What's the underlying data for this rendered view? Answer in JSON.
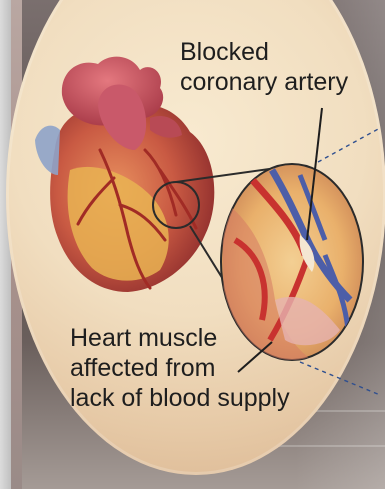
{
  "labels": {
    "blocked_artery": [
      "Blocked",
      "coronary artery"
    ],
    "heart_muscle": [
      "Heart muscle",
      "affected from",
      "lack of blood supply"
    ]
  }
}
